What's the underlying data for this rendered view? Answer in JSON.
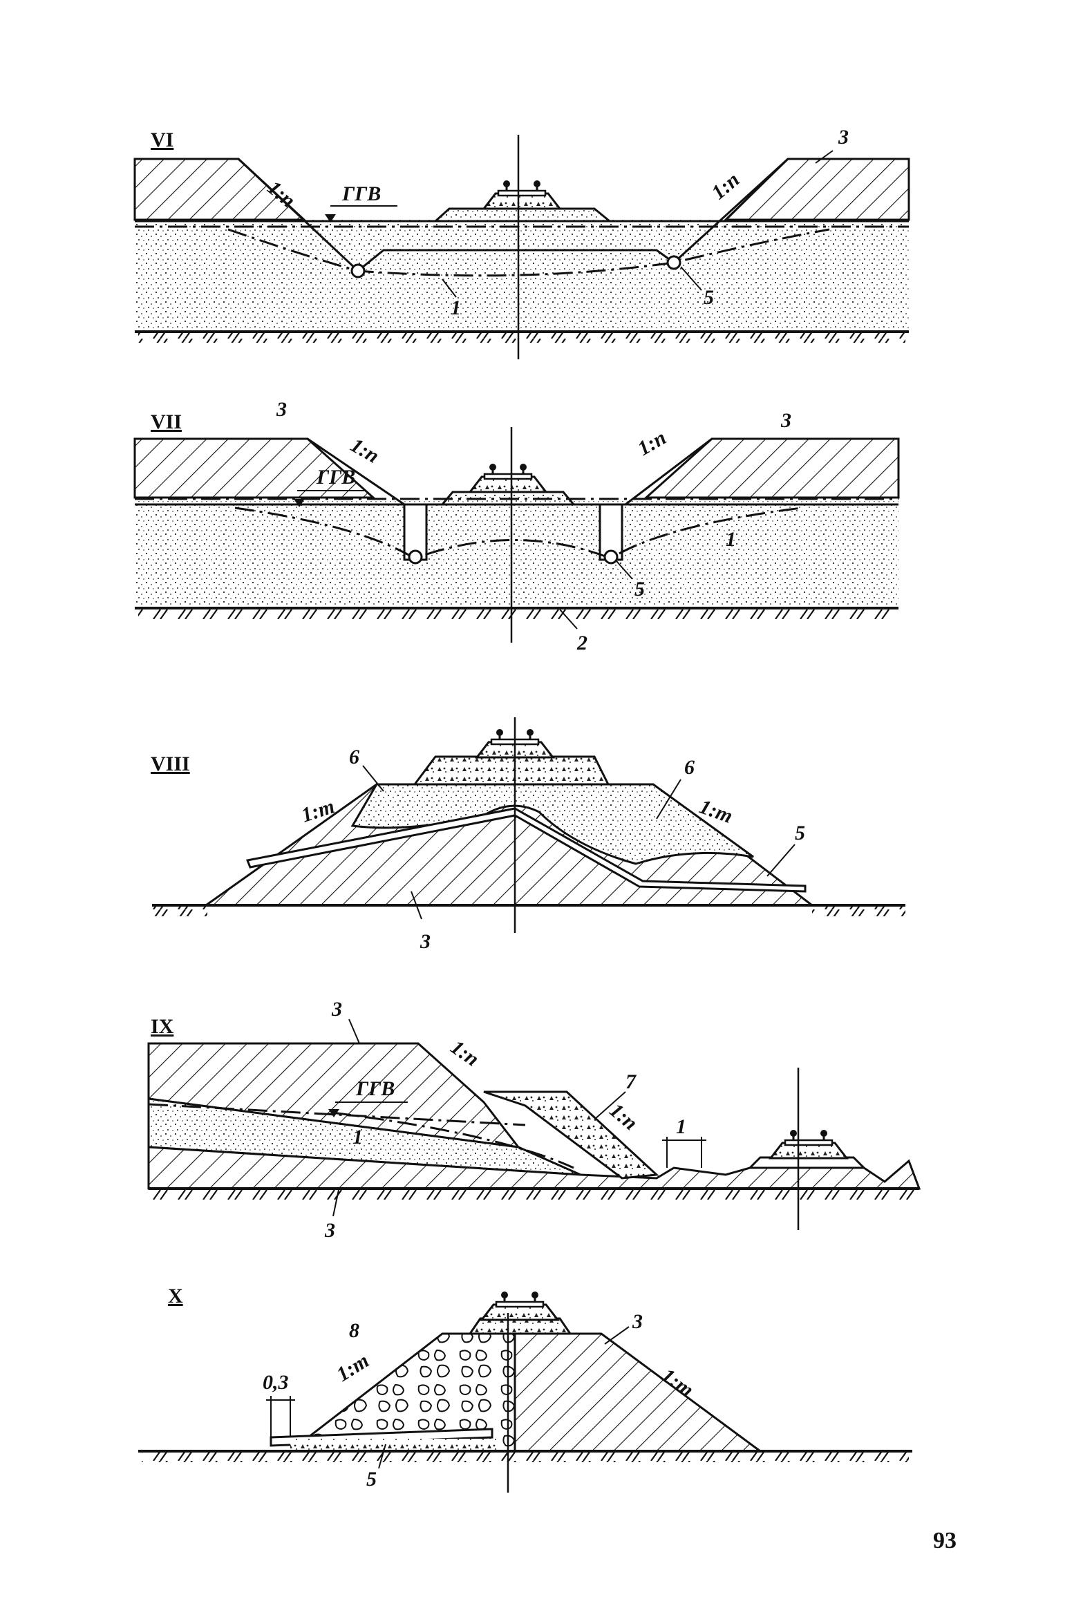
{
  "page_number": "93",
  "figures": [
    {
      "id": "VI",
      "labels": {
        "roman": "VI",
        "slope_left": "1:n",
        "slope_right": "1:n",
        "water": "ГГВ",
        "l3": "3",
        "l1": "1",
        "l5": "5"
      }
    },
    {
      "id": "VII",
      "labels": {
        "roman": "VII",
        "slope_left": "1:n",
        "slope_right": "1:n",
        "water": "ГГВ",
        "l3a": "3",
        "l3b": "3",
        "l1": "1",
        "l5": "5",
        "l2": "2"
      }
    },
    {
      "id": "VIII",
      "labels": {
        "roman": "VIII",
        "slope_left": "1:m",
        "slope_right": "1:m",
        "l6a": "6",
        "l6b": "6",
        "l5": "5",
        "l3": "3"
      }
    },
    {
      "id": "IX",
      "labels": {
        "roman": "IX",
        "slope_a": "1:n",
        "slope_b": "1:n",
        "water": "ГГВ",
        "l3a": "3",
        "l3b": "3",
        "l1": "1",
        "l7": "7",
        "dim": "1"
      }
    },
    {
      "id": "X",
      "labels": {
        "roman": "X",
        "slope_left": "1:m",
        "slope_right": "1:m",
        "l8": "8",
        "l3": "3",
        "l5": "5",
        "dim": "0,3"
      }
    }
  ],
  "legend_colors": {
    "ink": "#111111",
    "paper": "#ffffff"
  }
}
